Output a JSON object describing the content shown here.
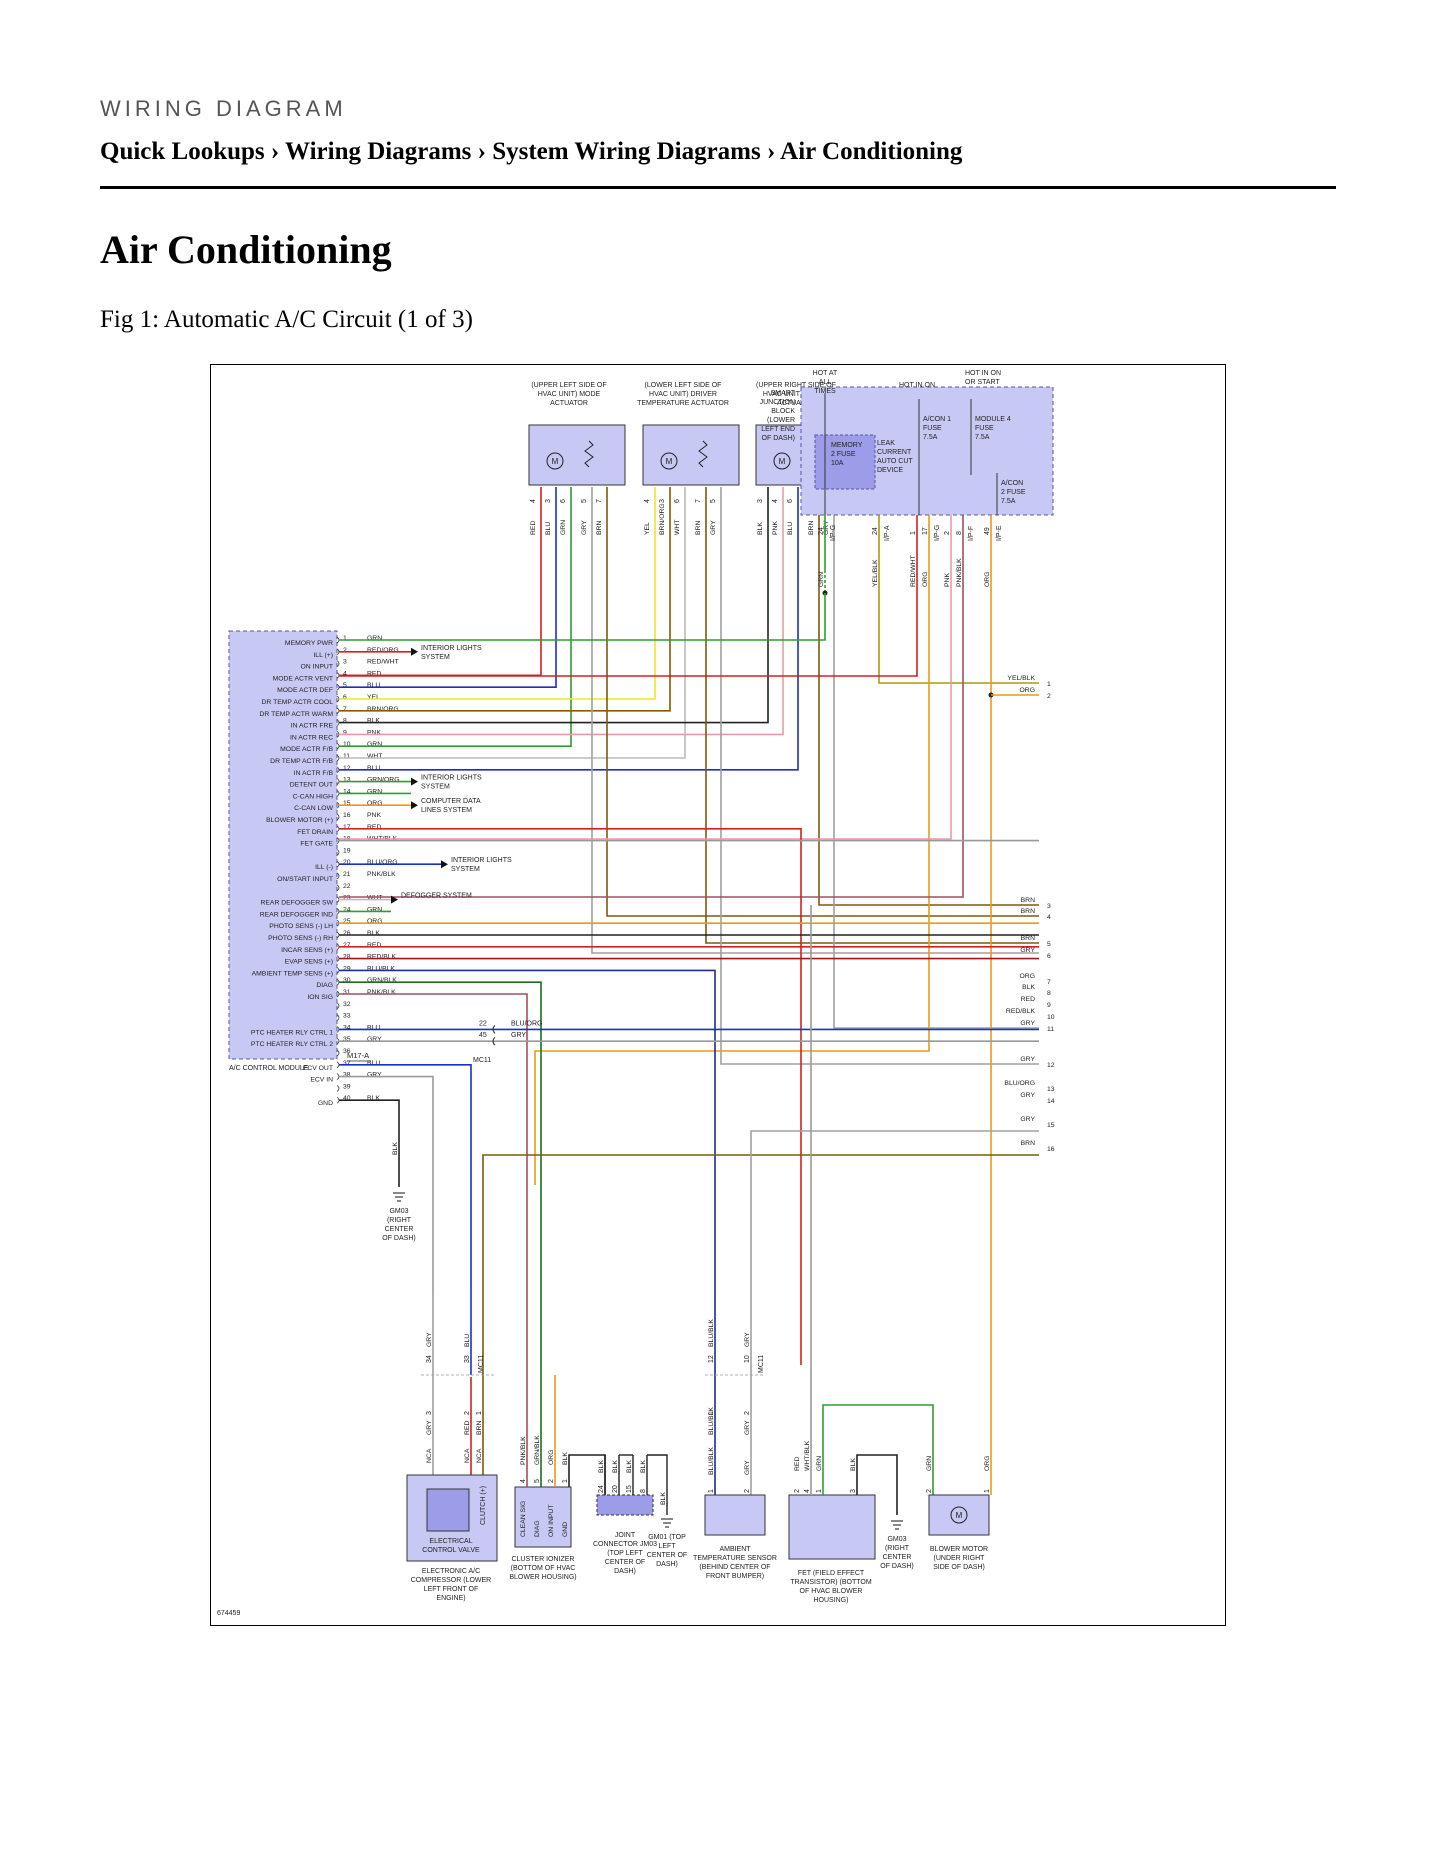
{
  "header": {
    "kicker": "WIRING DIAGRAM",
    "breadcrumb": "Quick Lookups › Wiring Diagrams › System Wiring Diagrams › Air Conditioning"
  },
  "page": {
    "title": "Air Conditioning",
    "figure_caption": "Fig 1: Automatic A/C Circuit (1 of 3)"
  },
  "diagram": {
    "figure_id": "674459",
    "colors": {
      "module_fill": "#c8c8f4",
      "module_border": "#5555aa",
      "frame": "#000000"
    },
    "module": {
      "name": "A/C CONTROL MODULE",
      "connector": "M17-A",
      "pins": [
        {
          "n": "1",
          "fn": "MEMORY PWR",
          "wire": "GRN",
          "color": "#2e9e2e"
        },
        {
          "n": "2",
          "fn": "ILL (+)",
          "wire": "RED/ORG",
          "color": "#d42020"
        },
        {
          "n": "3",
          "fn": "ON INPUT",
          "wire": "RED/WHT",
          "color": "#d42020"
        },
        {
          "n": "4",
          "fn": "MODE ACTR VENT",
          "wire": "RED",
          "color": "#d42020"
        },
        {
          "n": "5",
          "fn": "MODE ACTR DEF",
          "wire": "BLU",
          "color": "#1a2fc8"
        },
        {
          "n": "6",
          "fn": "DR TEMP ACTR COOL",
          "wire": "YEL",
          "color": "#e8e82a"
        },
        {
          "n": "7",
          "fn": "DR TEMP ACTR WARM",
          "wire": "BRN/ORG",
          "color": "#8a5a00"
        },
        {
          "n": "8",
          "fn": "IN ACTR FRE",
          "wire": "BLK",
          "color": "#222222"
        },
        {
          "n": "9",
          "fn": "IN ACTR REC",
          "wire": "PNK",
          "color": "#e89aaa"
        },
        {
          "n": "10",
          "fn": "MODE ACTR F/B",
          "wire": "GRN",
          "color": "#2e9e2e"
        },
        {
          "n": "11",
          "fn": "DR TEMP ACTR F/B",
          "wire": "WHT",
          "color": "#bbbbbb"
        },
        {
          "n": "12",
          "fn": "IN ACTR F/B",
          "wire": "BLU",
          "color": "#1a2fc8"
        },
        {
          "n": "13",
          "fn": "DETENT OUT",
          "wire": "GRN/ORG",
          "color": "#2e9e2e"
        },
        {
          "n": "14",
          "fn": "C-CAN HIGH",
          "wire": "GRN",
          "color": "#2e9e2e"
        },
        {
          "n": "15",
          "fn": "C-CAN LOW",
          "wire": "ORG",
          "color": "#e89a1a"
        },
        {
          "n": "16",
          "fn": "BLOWER MOTOR (+)",
          "wire": "PNK",
          "color": "#e89aaa"
        },
        {
          "n": "17",
          "fn": "FET DRAIN",
          "wire": "RED",
          "color": "#d42020"
        },
        {
          "n": "18",
          "fn": "FET GATE",
          "wire": "WHT/BLK",
          "color": "#999999"
        },
        {
          "n": "19",
          "fn": "",
          "wire": "",
          "color": "#777777"
        },
        {
          "n": "20",
          "fn": "ILL (-)",
          "wire": "BLU/ORG",
          "color": "#1a2fc8"
        },
        {
          "n": "21",
          "fn": "ON/START INPUT",
          "wire": "PNK/BLK",
          "color": "#a05060"
        },
        {
          "n": "22",
          "fn": "",
          "wire": "",
          "color": "#777777"
        },
        {
          "n": "23",
          "fn": "REAR DEFOGGER SW",
          "wire": "WHT",
          "color": "#bbbbbb"
        },
        {
          "n": "24",
          "fn": "REAR DEFOGGER IND",
          "wire": "GRN",
          "color": "#2e9e2e"
        },
        {
          "n": "25",
          "fn": "PHOTO SENS (-) LH",
          "wire": "ORG",
          "color": "#e89a1a"
        },
        {
          "n": "26",
          "fn": "PHOTO SENS (-) RH",
          "wire": "BLK",
          "color": "#222222"
        },
        {
          "n": "27",
          "fn": "INCAR SENS (+)",
          "wire": "RED",
          "color": "#d42020"
        },
        {
          "n": "28",
          "fn": "EVAP SENS (+)",
          "wire": "RED/BLK",
          "color": "#a01818"
        },
        {
          "n": "29",
          "fn": "AMBIENT TEMP SENS (+)",
          "wire": "BLU/BLK",
          "color": "#1a2f88"
        },
        {
          "n": "30",
          "fn": "DIAG",
          "wire": "GRN/BLK",
          "color": "#1e6e1e"
        },
        {
          "n": "31",
          "fn": "ION SIG",
          "wire": "PNK/BLK",
          "color": "#a05060"
        },
        {
          "n": "32",
          "fn": "",
          "wire": "",
          "color": "#777777"
        },
        {
          "n": "33",
          "fn": "",
          "wire": "",
          "color": "#777777"
        },
        {
          "n": "34",
          "fn": "PTC HEATER RLY CTRL 1",
          "wire": "BLU",
          "color": "#1a2fc8"
        },
        {
          "n": "35",
          "fn": "PTC HEATER RLY CTRL 2",
          "wire": "GRY",
          "color": "#999999"
        },
        {
          "n": "36",
          "fn": "",
          "wire": "",
          "color": "#777777"
        },
        {
          "n": "37",
          "fn": "ECV OUT",
          "wire": "BLU",
          "color": "#1a2fc8"
        },
        {
          "n": "38",
          "fn": "ECV IN",
          "wire": "GRY",
          "color": "#999999"
        },
        {
          "n": "39",
          "fn": "",
          "wire": "",
          "color": "#777777"
        },
        {
          "n": "40",
          "fn": "GND",
          "wire": "BLK",
          "color": "#222222"
        }
      ]
    },
    "fusebox": {
      "title": "SMART JUNCTION BLOCK (LOWER LEFT END OF DASH)",
      "hot_at_all_times": "HOT AT ALL TIMES",
      "hot_in_on": "HOT IN ON",
      "hot_in_on_or_start": "HOT IN ON OR START",
      "fuses": [
        {
          "name": "MEMORY 2 FUSE 10A"
        },
        {
          "name": "A/CON 1 FUSE 7.5A"
        },
        {
          "name": "MODULE 4 FUSE 7.5A"
        },
        {
          "name": "A/CON 2 FUSE 7.5A"
        }
      ],
      "leak_device": "LEAK CURRENT AUTO CUT DEVICE",
      "pins": [
        {
          "n": "24",
          "conn": "I/P-G",
          "wire": "GRN"
        },
        {
          "n": "24",
          "conn": "I/P-A",
          "wire": "YEL/BLK"
        },
        {
          "n": "1",
          "conn": "",
          "wire": "RED/WHT"
        },
        {
          "n": "17",
          "conn": "I/P-G",
          "wire": "ORG"
        },
        {
          "n": "2",
          "conn": "",
          "wire": "PNK"
        },
        {
          "n": "8",
          "conn": "I/P-F",
          "wire": "PNK/BLK"
        },
        {
          "n": "49",
          "conn": "I/P-E",
          "wire": "ORG"
        }
      ]
    },
    "actuators": [
      {
        "label": "(UPPER LEFT SIDE OF HVAC UNIT) MODE ACTUATOR",
        "pins": [
          "4",
          "3",
          "6",
          "5",
          "7"
        ],
        "wires": [
          "RED",
          "BLU",
          "GRN",
          "GRY",
          "BRN"
        ]
      },
      {
        "label": "(LOWER LEFT SIDE OF HVAC UNIT) DRIVER TEMPERATURE ACTUATOR",
        "pins": [
          "4",
          "3",
          "6",
          "7",
          "5"
        ],
        "wires": [
          "YEL",
          "BRN/ORG",
          "WHT",
          "BRN",
          "GRY"
        ]
      },
      {
        "label": "(UPPER RIGHT SIDE OF HVAC UNIT) INTAKE ACTUATOR",
        "pins": [
          "3",
          "4",
          "6",
          "5",
          "7"
        ],
        "wires": [
          "BLK",
          "PNK",
          "BLU",
          "BRN",
          "GRY"
        ]
      }
    ],
    "side_notes": {
      "interior_lights_1": "INTERIOR LIGHTS SYSTEM",
      "interior_lights_2": "INTERIOR LIGHTS SYSTEM",
      "computer_data": "COMPUTER DATA LINES SYSTEM",
      "interior_lights_3": "INTERIOR LIGHTS SYSTEM",
      "defogger": "DEFOGGER SYSTEM"
    },
    "right_edge": [
      {
        "wire": "YEL/BLK",
        "ref": "1"
      },
      {
        "wire": "ORG",
        "ref": "2"
      },
      {
        "wire": "BRN",
        "ref": "3"
      },
      {
        "wire": "BRN",
        "ref": "4"
      },
      {
        "wire": "BRN",
        "ref": "5"
      },
      {
        "wire": "GRY",
        "ref": "6"
      },
      {
        "wire": "ORG",
        "ref": "7"
      },
      {
        "wire": "BLK",
        "ref": "8"
      },
      {
        "wire": "RED",
        "ref": "9"
      },
      {
        "wire": "RED/BLK",
        "ref": "10"
      },
      {
        "wire": "GRY",
        "ref": "11"
      },
      {
        "wire": "GRY",
        "ref": "12"
      },
      {
        "wire": "BLU/ORG",
        "ref": "13"
      },
      {
        "wire": "GRY",
        "ref": "14"
      },
      {
        "wire": "GRY",
        "ref": "15"
      },
      {
        "wire": "BRN",
        "ref": "16"
      }
    ],
    "mc11": {
      "connector": "MC11",
      "rows": [
        {
          "in_wire": "BLU",
          "pin": "22",
          "out_wire": "BLU/ORG"
        },
        {
          "in_wire": "GRY",
          "pin": "45",
          "out_wire": "GRY"
        }
      ]
    },
    "ground_gm03_a": "GM03 (RIGHT CENTER OF DASH)",
    "ground_gm01": "GM01 (TOP LEFT CENTER OF DASH)",
    "ground_gm03_b": "GM03 (RIGHT CENTER OF DASH)",
    "bottom_components": {
      "ecv": {
        "box": "ELECTRICAL CONTROL VALVE",
        "caption": "ELECTRONIC A/C COMPRESSOR (LOWER LEFT FRONT OF ENGINE)",
        "pin_fn": "CLUTCH (+)"
      },
      "ionizer": {
        "caption": "CLUSTER IONIZER (BOTTOM OF HVAC BLOWER HOUSING)",
        "pin_fns": [
          "CLEAN SIG",
          "DIAG",
          "ON INPUT",
          "GND"
        ],
        "pins": [
          "4",
          "5",
          "2",
          "1"
        ],
        "wires": [
          "PNK/BLK",
          "GRN/BLK",
          "ORG",
          "BLK"
        ]
      },
      "joint": {
        "caption": "JOINT CONNECTOR JM03 (TOP LEFT CENTER OF DASH)",
        "pins": [
          "24",
          "20",
          "15",
          "8"
        ],
        "wires": [
          "BLK",
          "BLK",
          "BLK",
          "BLK"
        ]
      },
      "ambient": {
        "caption": "AMBIENT TEMPERATURE SENSOR (BEHIND CENTER OF FRONT BUMPER)",
        "pins": [
          "1",
          "2"
        ],
        "wires": [
          "BLU/BLK",
          "GRY"
        ]
      },
      "fet": {
        "caption": "FET (FIELD EFFECT TRANSISTOR) (BOTTOM OF HVAC BLOWER HOUSING)",
        "pins": [
          "2",
          "4",
          "1",
          "3"
        ],
        "wires": [
          "RED",
          "WHT/BLK",
          "GRN",
          "BLK"
        ]
      },
      "blower": {
        "caption": "BLOWER MOTOR (UNDER RIGHT SIDE OF DASH)",
        "pins": [
          "2",
          "1"
        ],
        "wires": [
          "GRN",
          "ORG"
        ]
      }
    },
    "mid_connectors": [
      {
        "top_pin": "34",
        "top_wire": "GRY",
        "bottom_pin": "3",
        "bottom_wire": "GRY",
        "conn": ""
      },
      {
        "top_pin": "33",
        "top_wire": "BLU",
        "bottom_pin": "2",
        "bottom_wire": "RED",
        "conn": "MC11"
      },
      {
        "bottom_pin": "1",
        "bottom_wire": "BRN"
      },
      {
        "top_pin": "12",
        "top_wire": "BLU/BLK",
        "bottom_pin": "1",
        "bottom_wire": "BLU/BLK",
        "conn": ""
      },
      {
        "top_pin": "10",
        "top_wire": "GRY",
        "bottom_pin": "2",
        "bottom_wire": "GRY",
        "conn": "MC11"
      }
    ],
    "nca": "NCA"
  }
}
